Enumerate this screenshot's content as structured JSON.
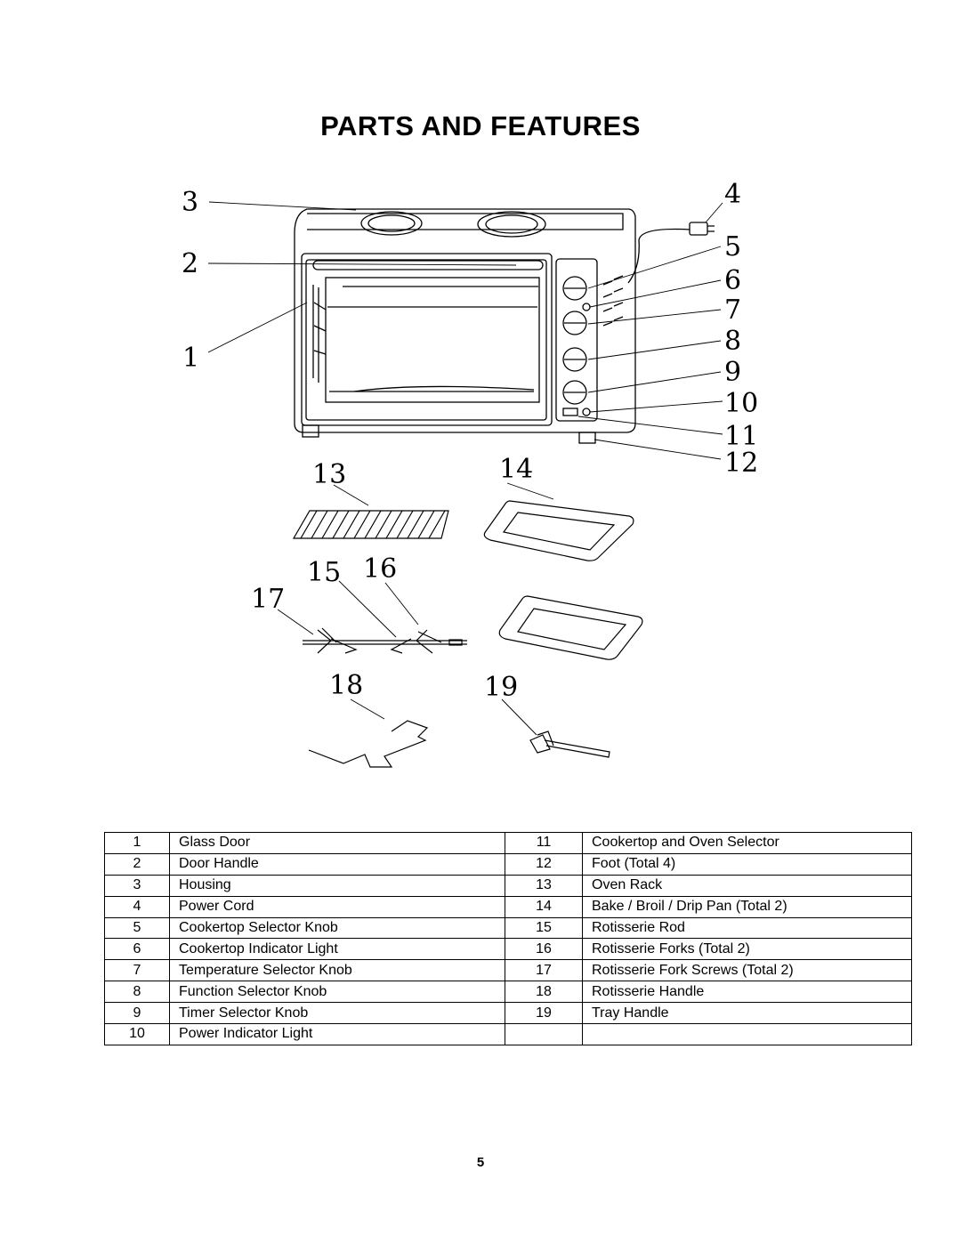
{
  "page": {
    "title": "PARTS AND FEATURES",
    "page_number": "5"
  },
  "diagram": {
    "callouts": [
      "1",
      "2",
      "3",
      "4",
      "5",
      "6",
      "7",
      "8",
      "9",
      "10",
      "11",
      "12",
      "13",
      "14",
      "15",
      "16",
      "17",
      "18",
      "19"
    ]
  },
  "parts_table": {
    "rows": [
      {
        "left_num": "1",
        "left_name": "Glass Door",
        "right_num": "11",
        "right_name": "Cookertop and Oven  Selector"
      },
      {
        "left_num": "2",
        "left_name": "Door Handle",
        "right_num": "12",
        "right_name": "Foot (Total 4)"
      },
      {
        "left_num": "3",
        "left_name": "Housing",
        "right_num": "13",
        "right_name": "Oven Rack"
      },
      {
        "left_num": "4",
        "left_name": "Power Cord",
        "right_num": "14",
        "right_name": "Bake / Broil / Drip Pan (Total 2)"
      },
      {
        "left_num": "5",
        "left_name": "Cookertop Selector Knob",
        "right_num": "15",
        "right_name": "Rotisserie Rod"
      },
      {
        "left_num": "6",
        "left_name": "Cookertop  Indicator Light",
        "right_num": "16",
        "right_name": "Rotisserie Forks (Total 2)"
      },
      {
        "left_num": "7",
        "left_name": "Temperature Selector Knob",
        "right_num": "17",
        "right_name": "Rotisserie Fork Screws (Total 2)"
      },
      {
        "left_num": "8",
        "left_name": "Function Selector Knob",
        "right_num": "18",
        "right_name": "Rotisserie Handle"
      },
      {
        "left_num": "9",
        "left_name": "Timer Selector Knob",
        "right_num": "19",
        "right_name": "Tray Handle"
      },
      {
        "left_num": "10",
        "left_name": "Power Indicator Light",
        "right_num": "",
        "right_name": ""
      }
    ]
  }
}
